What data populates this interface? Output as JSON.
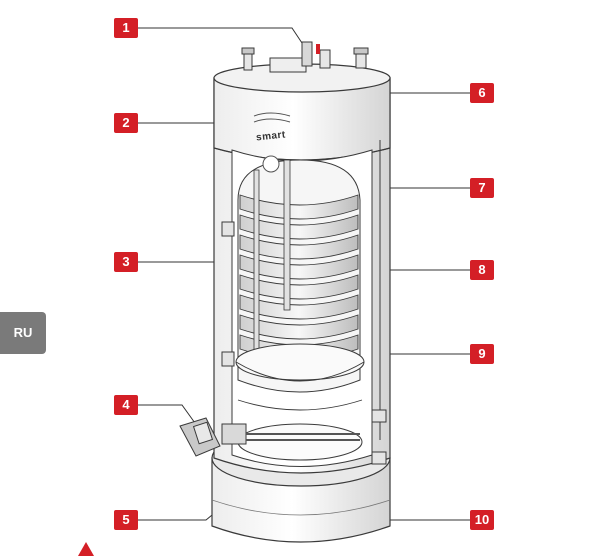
{
  "language_tab": "RU",
  "brand_logo_text": "smart",
  "callouts": [
    {
      "number": "1"
    },
    {
      "number": "2"
    },
    {
      "number": "3"
    },
    {
      "number": "4"
    },
    {
      "number": "5"
    },
    {
      "number": "6"
    },
    {
      "number": "7"
    },
    {
      "number": "8"
    },
    {
      "number": "9"
    },
    {
      "number": "10"
    }
  ],
  "colors": {
    "badge": "#d41f26",
    "language_tab": "#7a7a7a",
    "outline": "#3a3a3a",
    "shell": "#d9d9d9"
  }
}
